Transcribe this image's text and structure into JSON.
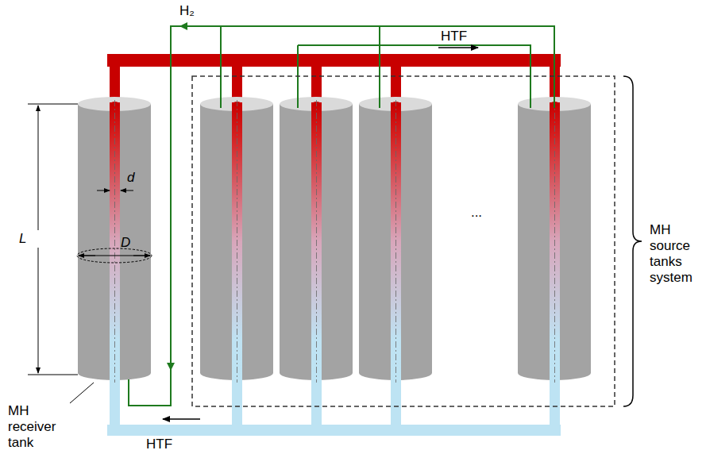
{
  "diagram": {
    "labels": [
      "H₂",
      "HTF",
      "d",
      "D",
      "L",
      "...",
      "MH receiver tank",
      "HTF",
      "MH source tanks system"
    ]
  }
}
